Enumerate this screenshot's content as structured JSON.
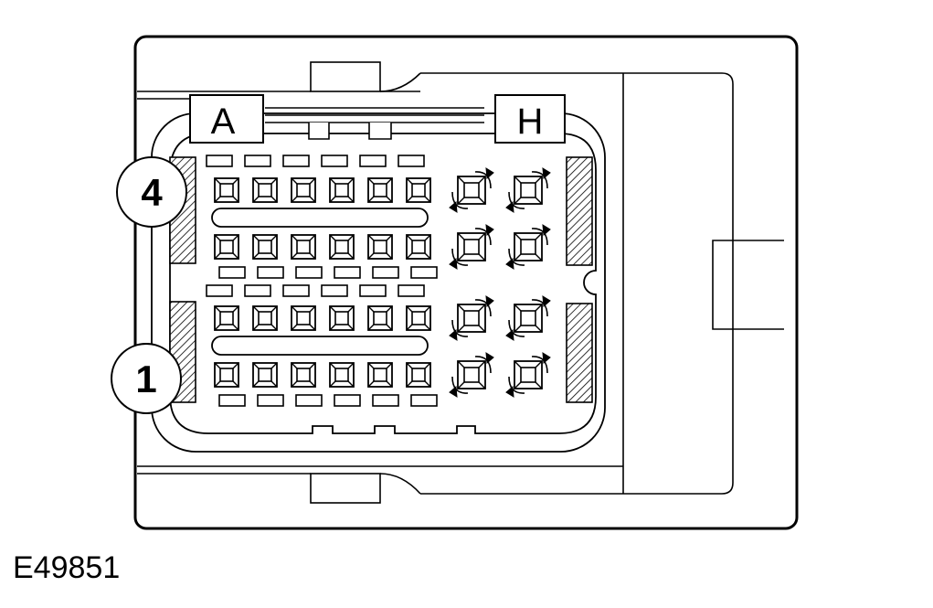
{
  "diagram": {
    "row_label_top": "4",
    "row_label_bottom": "1",
    "column_label_left": "A",
    "column_label_right": "H"
  },
  "figure_id": "E49851",
  "colors": {
    "line": "#000000",
    "background": "#ffffff"
  }
}
